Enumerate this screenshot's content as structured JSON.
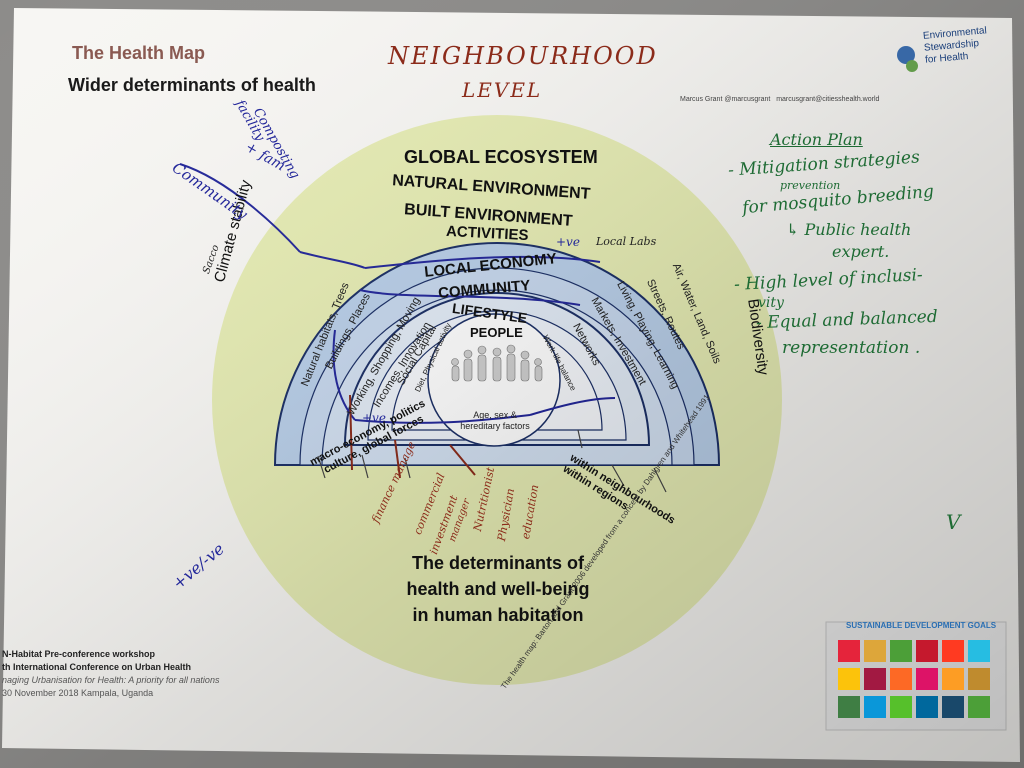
{
  "poster": {
    "title": "The Health Map",
    "subtitle": "Wider determinants of health",
    "credit_small": "Marcus Grant @marcusgrant",
    "credit_email": "marcusgrant@citiesshealth.world",
    "logo_text": [
      "Environmental",
      "Stewardship",
      "for Health"
    ],
    "caption": [
      "The determinants of",
      "health and well-being",
      "in human habitation"
    ],
    "source_note": "The health map: Barton and Grant 2006 developed from a concept by Dahlgren and Whitehead 1991",
    "workshop": [
      "N-Habitat Pre-conference workshop",
      "th International Conference on Urban Health",
      "naging Urbanisation for Health: A priority for all nations",
      "30 November 2018 Kampala, Uganda"
    ],
    "sdg_label": "SUSTAINABLE DEVELOPMENT GOALS",
    "sdg_colors": [
      "#e5243b",
      "#dda63a",
      "#4c9f38",
      "#c5192d",
      "#ff3a21",
      "#26bde2",
      "#fcc30b",
      "#a21942",
      "#fd6925",
      "#dd1367",
      "#fd9d24",
      "#bf8b2e",
      "#3f7e44",
      "#0a97d9",
      "#56c02b",
      "#00689d",
      "#19486a",
      "#4c9f38"
    ]
  },
  "diagram": {
    "global_ecosystem": "GLOBAL ECOSYSTEM",
    "climate": "Climate stability",
    "biodiversity": "Biodiversity",
    "natural_environment": "NATURAL ENVIRONMENT",
    "built_environment": "BUILT ENVIRONMENT",
    "activities": "ACTIVITIES",
    "local_economy": "LOCAL ECONOMY",
    "community": "COMMUNITY",
    "lifestyle": "LIFESTYLE",
    "people": "PEOPLE",
    "age_sex": [
      "Age, sex &",
      "hereditary factors"
    ],
    "natural_habitats": "Natural habitats, Trees",
    "buildings": "Buildings, Places",
    "working": "Working, Shopping, Moving",
    "incomes": "Incomes, Innovation",
    "social_capital": "Social Capital",
    "diet": "Diet, Physical activity",
    "work_life": "Work-life balance",
    "networks": "Networks",
    "markets": "Markets, Investment",
    "living": "Living, Playing, Learning",
    "streets": "Streets, Routes",
    "air": "Air, Water, Land, Soils",
    "macro": [
      "macro-economy, politics",
      "culture, global forces"
    ],
    "within": [
      "within neighbourhoods",
      "within regions"
    ]
  },
  "handwriting": {
    "heading": [
      "NEIGHBOURHOOD",
      "LEVEL"
    ],
    "action_title": "Action Plan",
    "action_lines": [
      "- Mitigation strategies",
      "prevention",
      "for mosquito breeding",
      "↳ Public health",
      "expert.",
      "- High level of inclusi-",
      "vity",
      "- Equal and balanced",
      "representation ."
    ],
    "tick": "V",
    "blue_notes": [
      "Community",
      "+ fam",
      "Composting",
      "facility",
      "+ve/-ve",
      "+ve",
      "+ve",
      "Local Labs",
      "Sacco"
    ],
    "red_notes": [
      "finance manage",
      "commercial",
      "investment",
      "manager",
      "Nutritionist",
      "Physician",
      "education"
    ]
  }
}
